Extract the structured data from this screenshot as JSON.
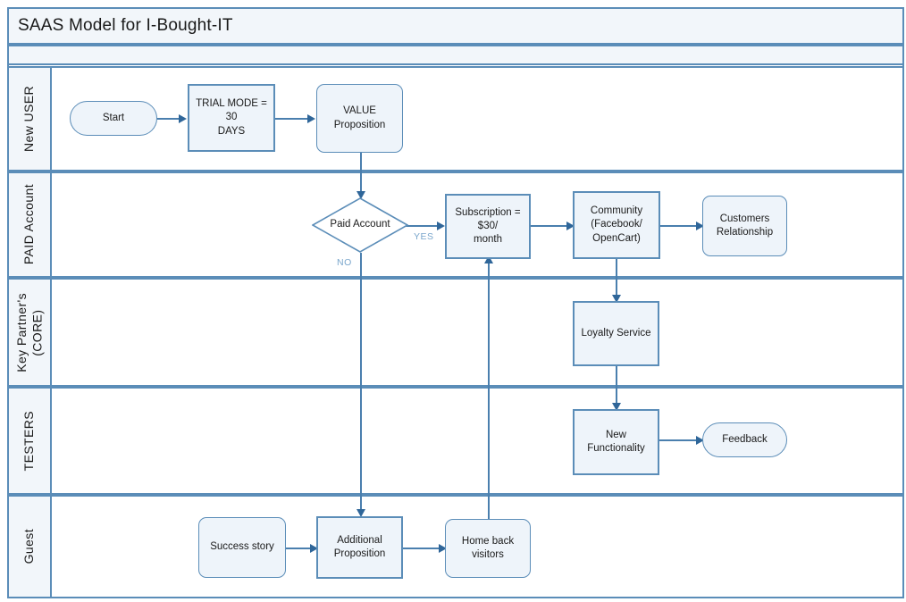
{
  "diagram": {
    "title": "SAAS Model for I-Bought-IT",
    "type": "swimlane-flowchart",
    "colors": {
      "border": "#5b8db8",
      "node_fill": "#eef4fa",
      "lane_head_fill": "#f2f6fa",
      "connector": "#4a7fae",
      "arrowhead": "#2f6699",
      "edge_label": "#7aa6cc",
      "canvas": "#ffffff"
    }
  },
  "lanes": [
    {
      "id": "new-user",
      "label": "New USER"
    },
    {
      "id": "paid-account",
      "label": "PAID Account"
    },
    {
      "id": "key-partner",
      "label": "Key Partner's\n(CORE)"
    },
    {
      "id": "testers",
      "label": "TESTERS"
    },
    {
      "id": "guest",
      "label": "Guest"
    }
  ],
  "nodes": [
    {
      "id": "start",
      "lane": "new-user",
      "shape": "pill",
      "label": "Start"
    },
    {
      "id": "trial-mode",
      "lane": "new-user",
      "shape": "rect",
      "label": "TRIAL MODE = 30\nDAYS"
    },
    {
      "id": "value-prop",
      "lane": "new-user",
      "shape": "round",
      "label": "VALUE\nProposition"
    },
    {
      "id": "paid-decision",
      "lane": "paid-account",
      "shape": "diamond",
      "label": "Paid Account"
    },
    {
      "id": "subscription",
      "lane": "paid-account",
      "shape": "rect",
      "label": "Subscription = $30/\nmonth"
    },
    {
      "id": "community",
      "lane": "paid-account",
      "shape": "rect",
      "label": "Community\n(Facebook/\nOpenCart)"
    },
    {
      "id": "customers-rel",
      "lane": "paid-account",
      "shape": "round",
      "label": "Customers\nRelationship"
    },
    {
      "id": "loyalty",
      "lane": "key-partner",
      "shape": "rect",
      "label": "Loyalty Service"
    },
    {
      "id": "new-func",
      "lane": "testers",
      "shape": "rect",
      "label": "New Functionality"
    },
    {
      "id": "feedback",
      "lane": "testers",
      "shape": "pill",
      "label": "Feedback"
    },
    {
      "id": "success-story",
      "lane": "guest",
      "shape": "round",
      "label": "Success story"
    },
    {
      "id": "additional-prop",
      "lane": "guest",
      "shape": "rect",
      "label": "Additional\nProposition"
    },
    {
      "id": "home-back",
      "lane": "guest",
      "shape": "round",
      "label": "Home back visitors"
    }
  ],
  "edges": [
    {
      "from": "start",
      "to": "trial-mode",
      "label": ""
    },
    {
      "from": "trial-mode",
      "to": "value-prop",
      "label": ""
    },
    {
      "from": "value-prop",
      "to": "paid-decision",
      "label": ""
    },
    {
      "from": "paid-decision",
      "to": "subscription",
      "label": "YES"
    },
    {
      "from": "paid-decision",
      "to": "additional-prop",
      "label": "NO"
    },
    {
      "from": "subscription",
      "to": "community",
      "label": ""
    },
    {
      "from": "community",
      "to": "customers-rel",
      "label": ""
    },
    {
      "from": "community",
      "to": "loyalty",
      "label": ""
    },
    {
      "from": "loyalty",
      "to": "new-func",
      "label": ""
    },
    {
      "from": "new-func",
      "to": "feedback",
      "label": ""
    },
    {
      "from": "success-story",
      "to": "additional-prop",
      "label": ""
    },
    {
      "from": "additional-prop",
      "to": "home-back",
      "label": ""
    },
    {
      "from": "home-back",
      "to": "subscription",
      "label": ""
    }
  ],
  "edge_labels": {
    "yes": "YES",
    "no": "NO"
  }
}
